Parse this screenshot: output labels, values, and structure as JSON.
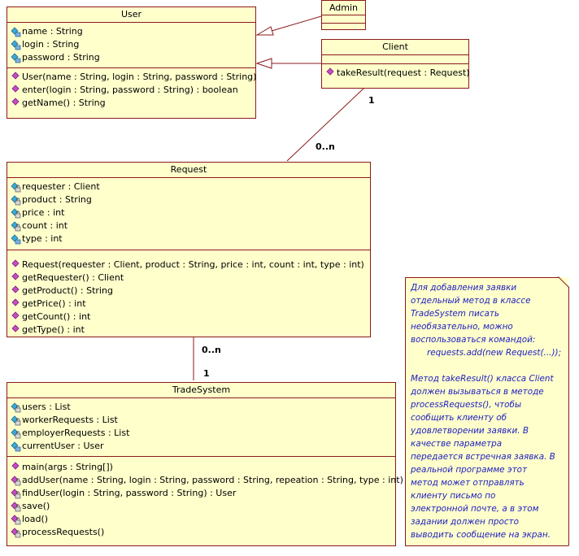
{
  "classes": {
    "user": {
      "name": "User",
      "attributes": [
        "name : String",
        "login : String",
        "password : String"
      ],
      "operations": [
        "User(name : String, login : String, password : String)",
        "enter(login : String, password : String) : boolean",
        "getName() : String"
      ]
    },
    "admin": {
      "name": "Admin"
    },
    "client": {
      "name": "Client",
      "operations": [
        "takeResult(request : Request)"
      ]
    },
    "request": {
      "name": "Request",
      "attributes": [
        "requester : Client",
        "product : String",
        "price : int",
        "count : int",
        "type : int"
      ],
      "operations": [
        "Request(requester : Client, product : String, price : int, count : int, type : int)",
        "getRequester() : Client",
        "getProduct() : String",
        "getPrice() : int",
        "getCount() : int",
        "getType() : int"
      ]
    },
    "tradesystem": {
      "name": "TradeSystem",
      "attributes": [
        "users : List",
        "workerRequests : List",
        "employerRequests : List",
        "currentUser : User"
      ],
      "operations": [
        "main(args : String[])",
        "addUser(name : String, login : String, password : String, repeation : String, type : int)",
        "findUser(login : String, password : String) : User",
        "save()",
        "load()",
        "processRequests()"
      ]
    }
  },
  "multiplicities": {
    "client_request_client": "1",
    "client_request_request": "0..n",
    "request_trade_request": "0..n",
    "request_trade_trade": "1"
  },
  "note": {
    "p1_l1": "Для добавления заявки",
    "p1_l2": "отдельный метод в классе",
    "p1_l3": "TradeSystem писать",
    "p1_l4": "необязательно, можно",
    "p1_l5": "воспользоваться командой:",
    "p1_l6": "requests.add(new Request(...));",
    "p2_l1": "Метод takeResult() класса Client",
    "p2_l2": "должен вызываться в методе",
    "p2_l3": "processRequests(), чтобы",
    "p2_l4": "сообщить клиенту об",
    "p2_l5": "удовлетворении заявки. В",
    "p2_l6": "качестве параметра",
    "p2_l7": "передается встречная заявка. В",
    "p2_l8": "реальной программе этот",
    "p2_l9": "метод может отправлять",
    "p2_l10": "клиенту письмо по",
    "p2_l11": "электронной почте, а в этом",
    "p2_l12": "задании должен просто",
    "p2_l13": "выводить сообщение на экран."
  },
  "icons": {
    "attribute": "field-key-icon",
    "operation": "method-diamond-icon",
    "protected_operation": "method-lock-icon"
  },
  "colors": {
    "class_fill": "#ffffcc",
    "class_border": "#8b1a1a",
    "note_text": "#1c1cc0",
    "line": "#8b1a1a"
  }
}
